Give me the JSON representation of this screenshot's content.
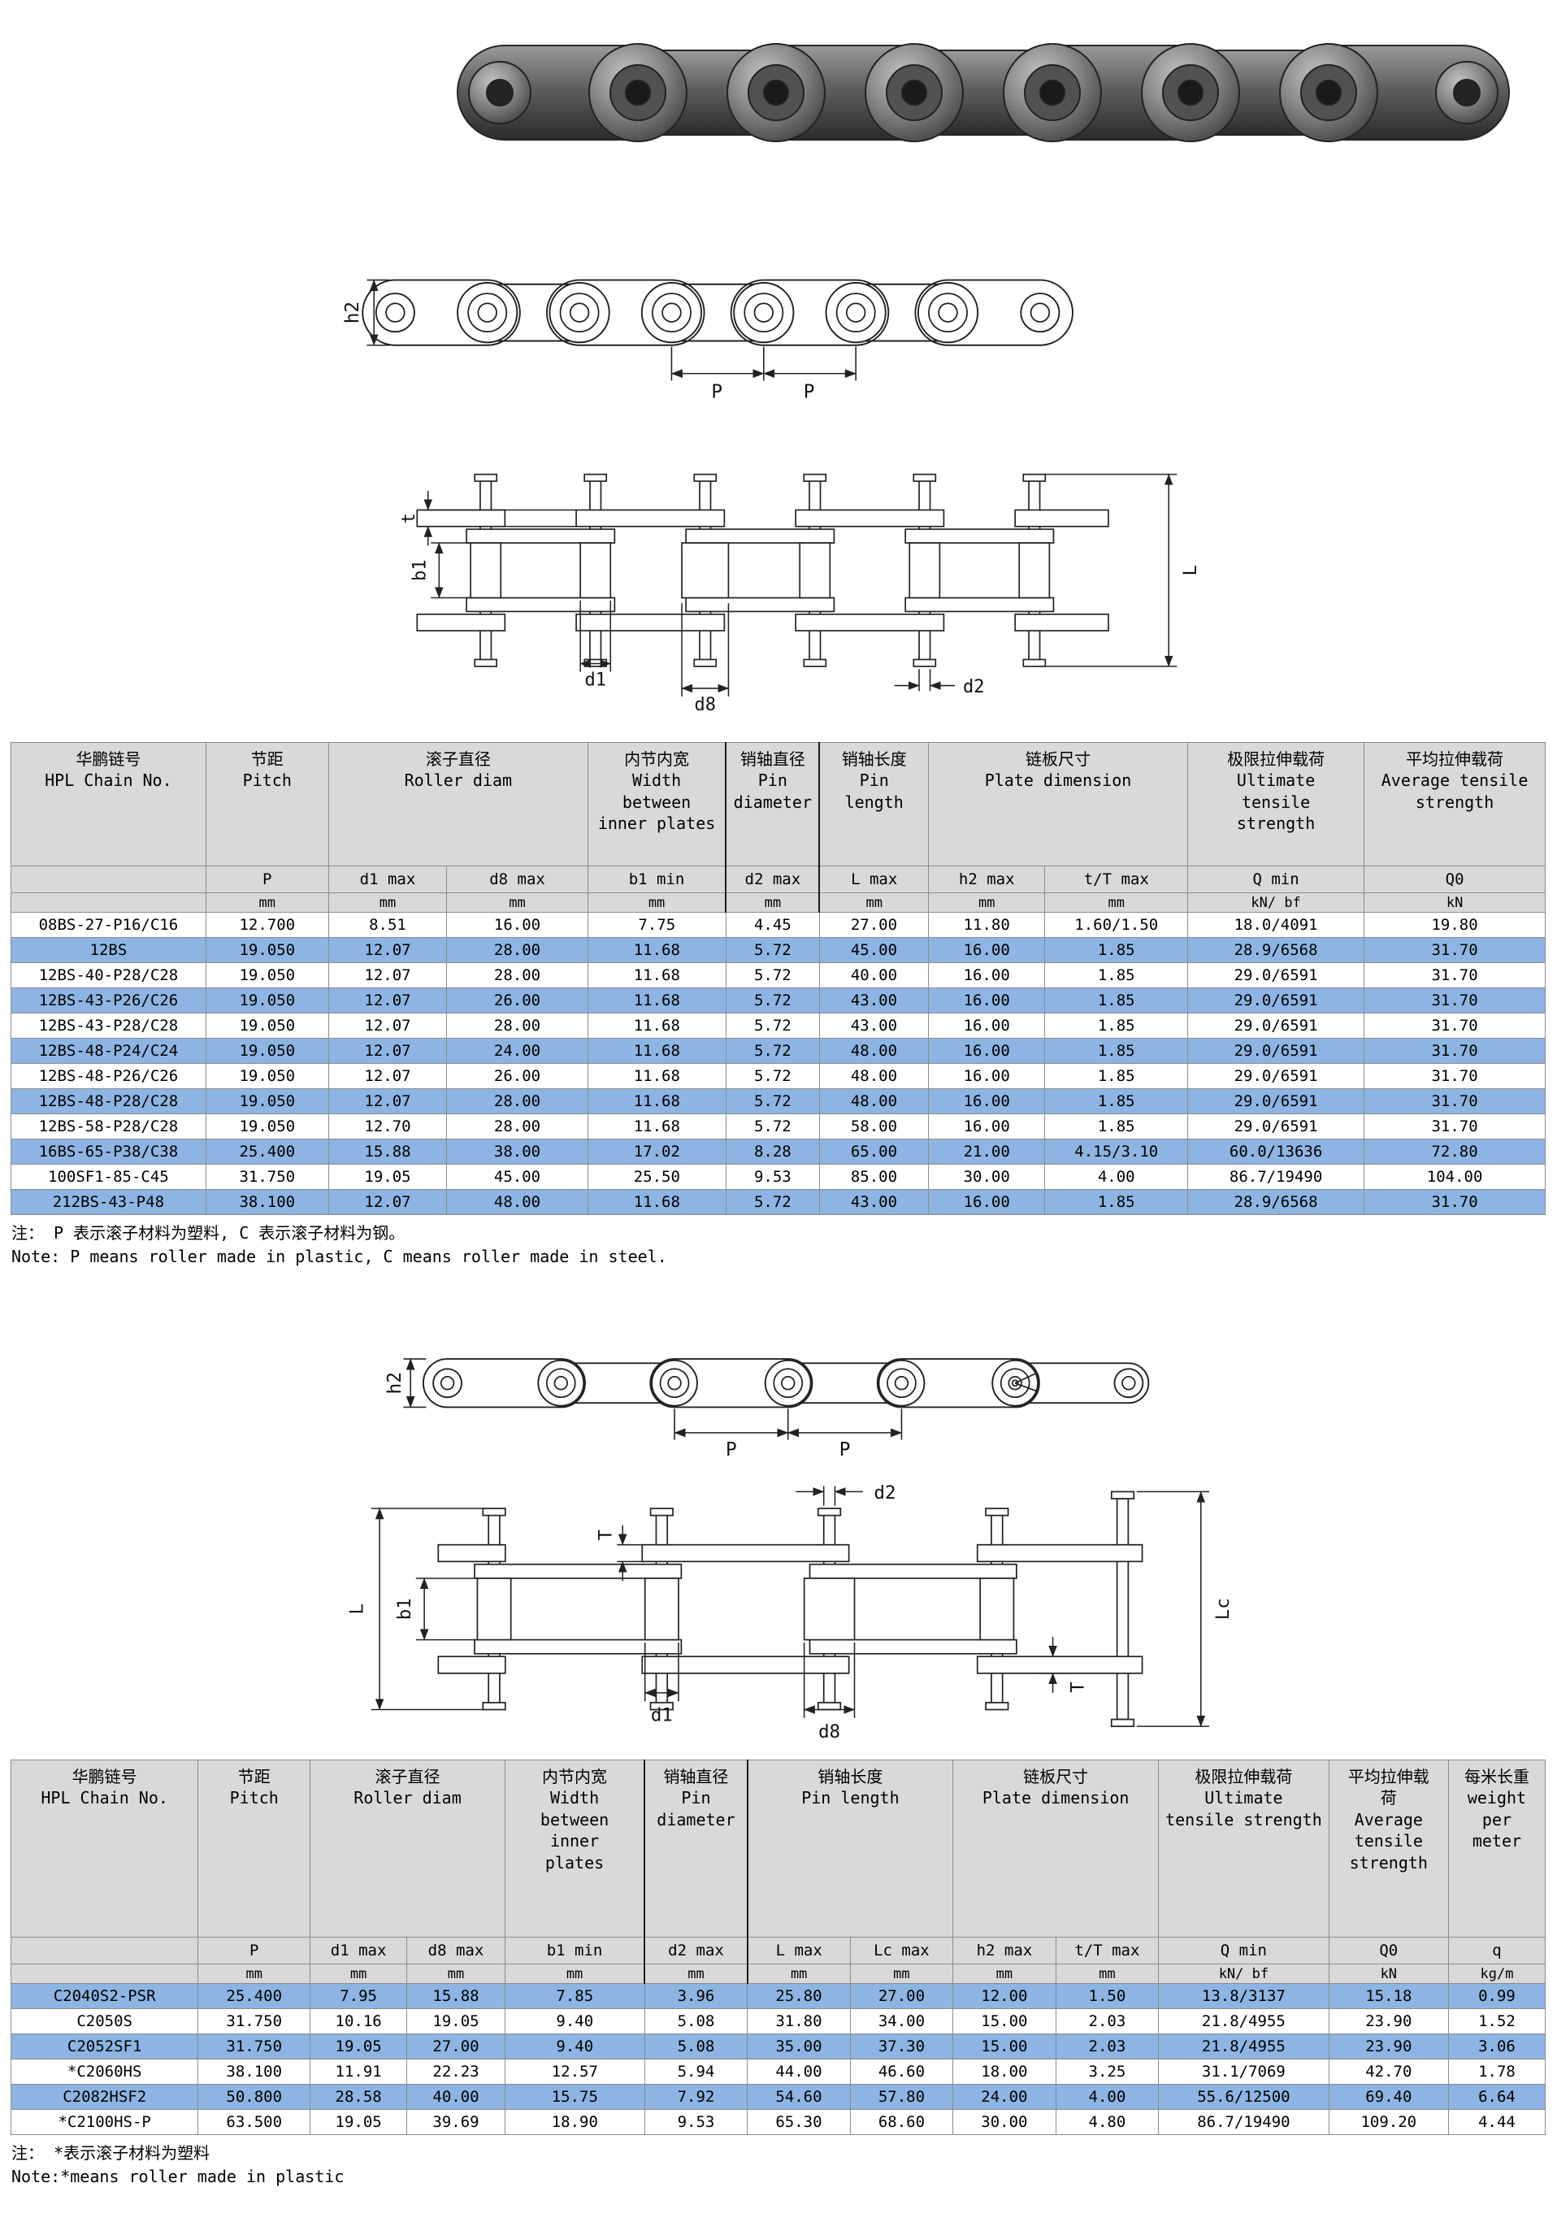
{
  "photo": {
    "alt": "roller chain product photo"
  },
  "diagram1": {
    "h2": "h2",
    "p_left": "P",
    "p_right": "P"
  },
  "diagram2": {
    "t": "t",
    "b1": "b1",
    "L": "L",
    "d1": "d1",
    "d8": "d8",
    "d2": "d2"
  },
  "diagram3": {
    "h2": "h2",
    "p_left": "P",
    "p_right": "P"
  },
  "diagram4": {
    "L": "L",
    "T_top": "T",
    "b1": "b1",
    "d2": "d2",
    "Lc": "Lc",
    "T_bottom": "T",
    "d1": "d1",
    "d8": "d8"
  },
  "table1": {
    "headers": [
      "华鹏链号\nHPL Chain No.",
      "节距\nPitch",
      "滚子直径\nRoller diam",
      "内节内宽\nWidth\nbetween\ninner plates",
      "销轴直径\nPin\ndiameter",
      "销轴长度\nPin\nlength",
      "链板尺寸\nPlate dimension",
      "极限拉伸载荷\nUltimate\ntensile\nstrength",
      "平均拉伸载荷\nAverage tensile\nstrength"
    ],
    "head_rows": [
      {
        "cells": [
          "",
          "P",
          "d1 max",
          "d8 max",
          "b1 min",
          "d2 max",
          "L max",
          "h2 max",
          "t/T max",
          "Q min",
          "Q0"
        ]
      },
      {
        "cells": [
          "",
          "mm",
          "mm",
          "mm",
          "mm",
          "mm",
          "mm",
          "mm",
          "mm",
          "kN/ bf",
          "kN"
        ]
      }
    ],
    "rows": [
      {
        "cells": [
          "08BS-27-P16/C16",
          "12.700",
          "8.51",
          "16.00",
          "7.75",
          "4.45",
          "27.00",
          "11.80",
          "1.60/1.50",
          "18.0/4091",
          "19.80"
        ],
        "hl": false
      },
      {
        "cells": [
          "12BS",
          "19.050",
          "12.07",
          "28.00",
          "11.68",
          "5.72",
          "45.00",
          "16.00",
          "1.85",
          "28.9/6568",
          "31.70"
        ],
        "hl": true
      },
      {
        "cells": [
          "12BS-40-P28/C28",
          "19.050",
          "12.07",
          "28.00",
          "11.68",
          "5.72",
          "40.00",
          "16.00",
          "1.85",
          "29.0/6591",
          "31.70"
        ],
        "hl": false
      },
      {
        "cells": [
          "12BS-43-P26/C26",
          "19.050",
          "12.07",
          "26.00",
          "11.68",
          "5.72",
          "43.00",
          "16.00",
          "1.85",
          "29.0/6591",
          "31.70"
        ],
        "hl": true
      },
      {
        "cells": [
          "12BS-43-P28/C28",
          "19.050",
          "12.07",
          "28.00",
          "11.68",
          "5.72",
          "43.00",
          "16.00",
          "1.85",
          "29.0/6591",
          "31.70"
        ],
        "hl": false
      },
      {
        "cells": [
          "12BS-48-P24/C24",
          "19.050",
          "12.07",
          "24.00",
          "11.68",
          "5.72",
          "48.00",
          "16.00",
          "1.85",
          "29.0/6591",
          "31.70"
        ],
        "hl": true
      },
      {
        "cells": [
          "12BS-48-P26/C26",
          "19.050",
          "12.07",
          "26.00",
          "11.68",
          "5.72",
          "48.00",
          "16.00",
          "1.85",
          "29.0/6591",
          "31.70"
        ],
        "hl": false
      },
      {
        "cells": [
          "12BS-48-P28/C28",
          "19.050",
          "12.07",
          "28.00",
          "11.68",
          "5.72",
          "48.00",
          "16.00",
          "1.85",
          "29.0/6591",
          "31.70"
        ],
        "hl": true
      },
      {
        "cells": [
          "12BS-58-P28/C28",
          "19.050",
          "12.70",
          "28.00",
          "11.68",
          "5.72",
          "58.00",
          "16.00",
          "1.85",
          "29.0/6591",
          "31.70"
        ],
        "hl": false
      },
      {
        "cells": [
          "16BS-65-P38/C38",
          "25.400",
          "15.88",
          "38.00",
          "17.02",
          "8.28",
          "65.00",
          "21.00",
          "4.15/3.10",
          "60.0/13636",
          "72.80"
        ],
        "hl": true
      },
      {
        "cells": [
          "100SF1-85-C45",
          "31.750",
          "19.05",
          "45.00",
          "25.50",
          "9.53",
          "85.00",
          "30.00",
          "4.00",
          "86.7/19490",
          "104.00"
        ],
        "hl": false
      },
      {
        "cells": [
          "212BS-43-P48",
          "38.100",
          "12.07",
          "48.00",
          "11.68",
          "5.72",
          "43.00",
          "16.00",
          "1.85",
          "28.9/6568",
          "31.70"
        ],
        "hl": true
      }
    ],
    "note_zh": "注： P 表示滚子材料为塑料, C 表示滚子材料为钢。",
    "note_en": "Note: P means roller made in plastic, C means roller made in steel."
  },
  "table2": {
    "headers": [
      "华鹏链号\nHPL Chain No.",
      "节距\nPitch",
      "滚子直径\nRoller diam",
      "内节内宽\nWidth\nbetween\ninner\nplates",
      "销轴直径\nPin\ndiameter",
      "销轴长度\nPin length",
      "链板尺寸\nPlate dimension",
      "极限拉伸载荷\nUltimate\ntensile strength",
      "平均拉伸载\n荷\nAverage\ntensile\nstrength",
      "每米长重\nweight\nper\nmeter"
    ],
    "head_rows": [
      {
        "cells": [
          "",
          "P",
          "d1 max",
          "d8 max",
          "b1 min",
          "d2 max",
          "L max",
          "Lc max",
          "h2 max",
          "t/T max",
          "Q min",
          "Q0",
          "q"
        ]
      },
      {
        "cells": [
          "",
          "mm",
          "mm",
          "mm",
          "mm",
          "mm",
          "mm",
          "mm",
          "mm",
          "mm",
          "kN/ bf",
          "kN",
          "kg/m"
        ]
      }
    ],
    "rows": [
      {
        "cells": [
          "C2040S2-PSR",
          "25.400",
          "7.95",
          "15.88",
          "7.85",
          "3.96",
          "25.80",
          "27.00",
          "12.00",
          "1.50",
          "13.8/3137",
          "15.18",
          "0.99"
        ],
        "hl": true
      },
      {
        "cells": [
          "C2050S",
          "31.750",
          "10.16",
          "19.05",
          "9.40",
          "5.08",
          "31.80",
          "34.00",
          "15.00",
          "2.03",
          "21.8/4955",
          "23.90",
          "1.52"
        ],
        "hl": false
      },
      {
        "cells": [
          "C2052SF1",
          "31.750",
          "19.05",
          "27.00",
          "9.40",
          "5.08",
          "35.00",
          "37.30",
          "15.00",
          "2.03",
          "21.8/4955",
          "23.90",
          "3.06"
        ],
        "hl": true
      },
      {
        "cells": [
          "*C2060HS",
          "38.100",
          "11.91",
          "22.23",
          "12.57",
          "5.94",
          "44.00",
          "46.60",
          "18.00",
          "3.25",
          "31.1/7069",
          "42.70",
          "1.78"
        ],
        "hl": false
      },
      {
        "cells": [
          "C2082HSF2",
          "50.800",
          "28.58",
          "40.00",
          "15.75",
          "7.92",
          "54.60",
          "57.80",
          "24.00",
          "4.00",
          "55.6/12500",
          "69.40",
          "6.64"
        ],
        "hl": true
      },
      {
        "cells": [
          "*C2100HS-P",
          "63.500",
          "19.05",
          "39.69",
          "18.90",
          "9.53",
          "65.30",
          "68.60",
          "30.00",
          "4.80",
          "86.7/19490",
          "109.20",
          "4.44"
        ],
        "hl": false
      }
    ],
    "note_zh": "注：  *表示滚子材料为塑料",
    "note_en": "Note:*means roller made in plastic"
  }
}
